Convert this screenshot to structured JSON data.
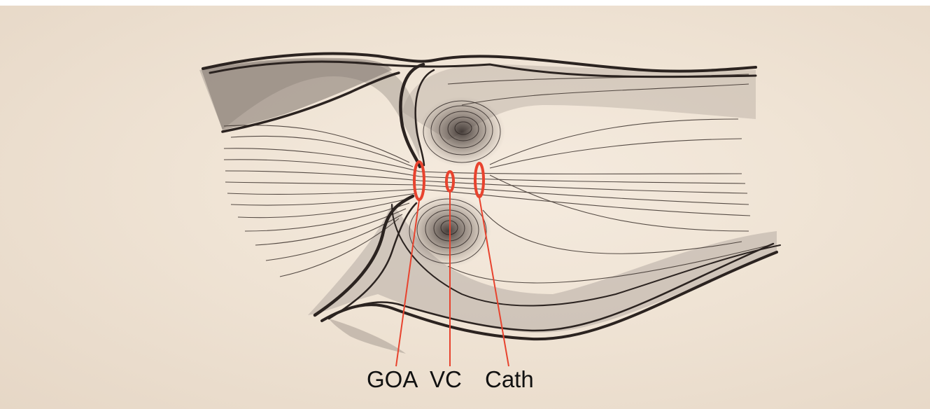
{
  "labels": {
    "goa": "GOA",
    "vc": "VC",
    "cath": "Cath"
  },
  "colors": {
    "paper": "#efe3d4",
    "ink": "#2b2320",
    "marker": "#e8432e"
  }
}
